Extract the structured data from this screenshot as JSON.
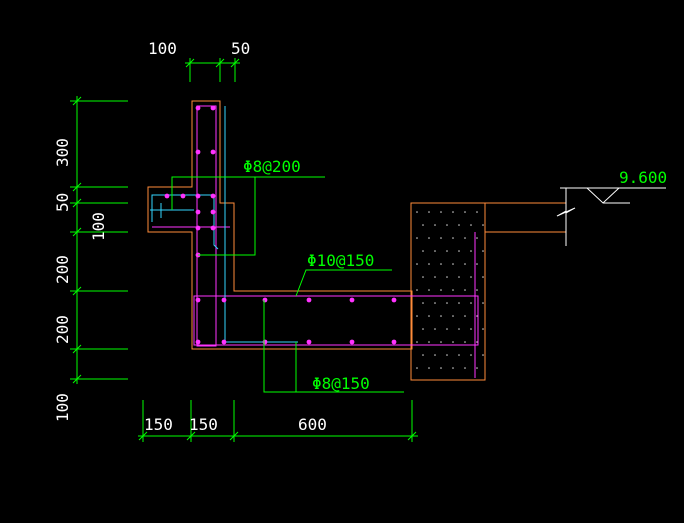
{
  "colors": {
    "background": "#000000",
    "dimension": "#00ff00",
    "outline": "#ff8c3a",
    "rebar": "#ff33ff",
    "stirrup": "#33d6ff",
    "leader": "#00ff00",
    "annotation": "#00ff00",
    "dimension_text": "#ffffff",
    "elevation_text": "#00ff00"
  },
  "dimensions": {
    "top": [
      "100",
      "50"
    ],
    "left": [
      "300",
      "50",
      "100",
      "200",
      "200",
      "100"
    ],
    "bottom": [
      "150",
      "150",
      "600"
    ]
  },
  "annotations": {
    "rebar_1": "Φ8@200",
    "rebar_2": "Φ10@150",
    "rebar_3": "Φ8@150"
  },
  "elevation": {
    "value": "9.600"
  }
}
